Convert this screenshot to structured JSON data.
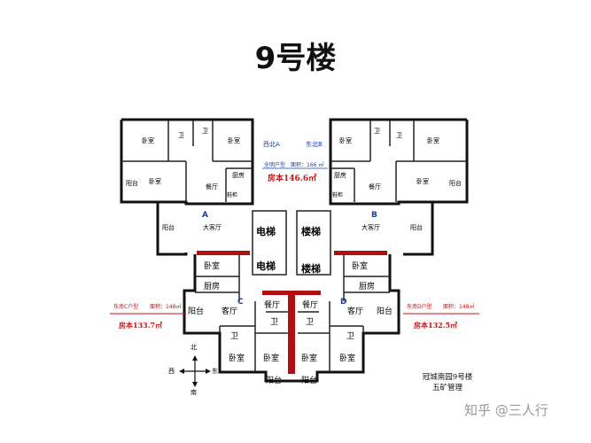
{
  "title": "9号楼",
  "rooms": {
    "bedroom": "卧室",
    "bathroom": "卫",
    "balcony": "阳台",
    "dining": "餐厅",
    "kitchen": "厨房",
    "living": "客厅",
    "living_large": "大客厅",
    "elevator": "电梯",
    "stairs": "楼梯",
    "shoe_cabinet": "鞋柜"
  },
  "unit_labels": [
    "A",
    "B",
    "C",
    "D"
  ],
  "units": {
    "ab": {
      "nw": "西北A",
      "ne": "东北B",
      "type": "全明户型",
      "area_label": "面积：166 ㎡",
      "price": "房本146.6㎡"
    },
    "c": {
      "type": "东南C户型",
      "area_label": "面积：148㎡",
      "price": "房本133.7㎡"
    },
    "d": {
      "type": "东南D户型",
      "area_label": "面积：148㎡",
      "price": "房本132.5㎡"
    }
  },
  "compass": {
    "north": "北",
    "south": "南",
    "east": "东",
    "west": "西"
  },
  "caption": {
    "line1": "冠城南园9号楼",
    "line2": "五矿管理"
  },
  "watermark": "知乎 @三人行",
  "colors": {
    "accent_red": "#b01010",
    "price_red": "#cc1111",
    "unit_blue": "#1a3f9e",
    "wall": "#111111"
  }
}
